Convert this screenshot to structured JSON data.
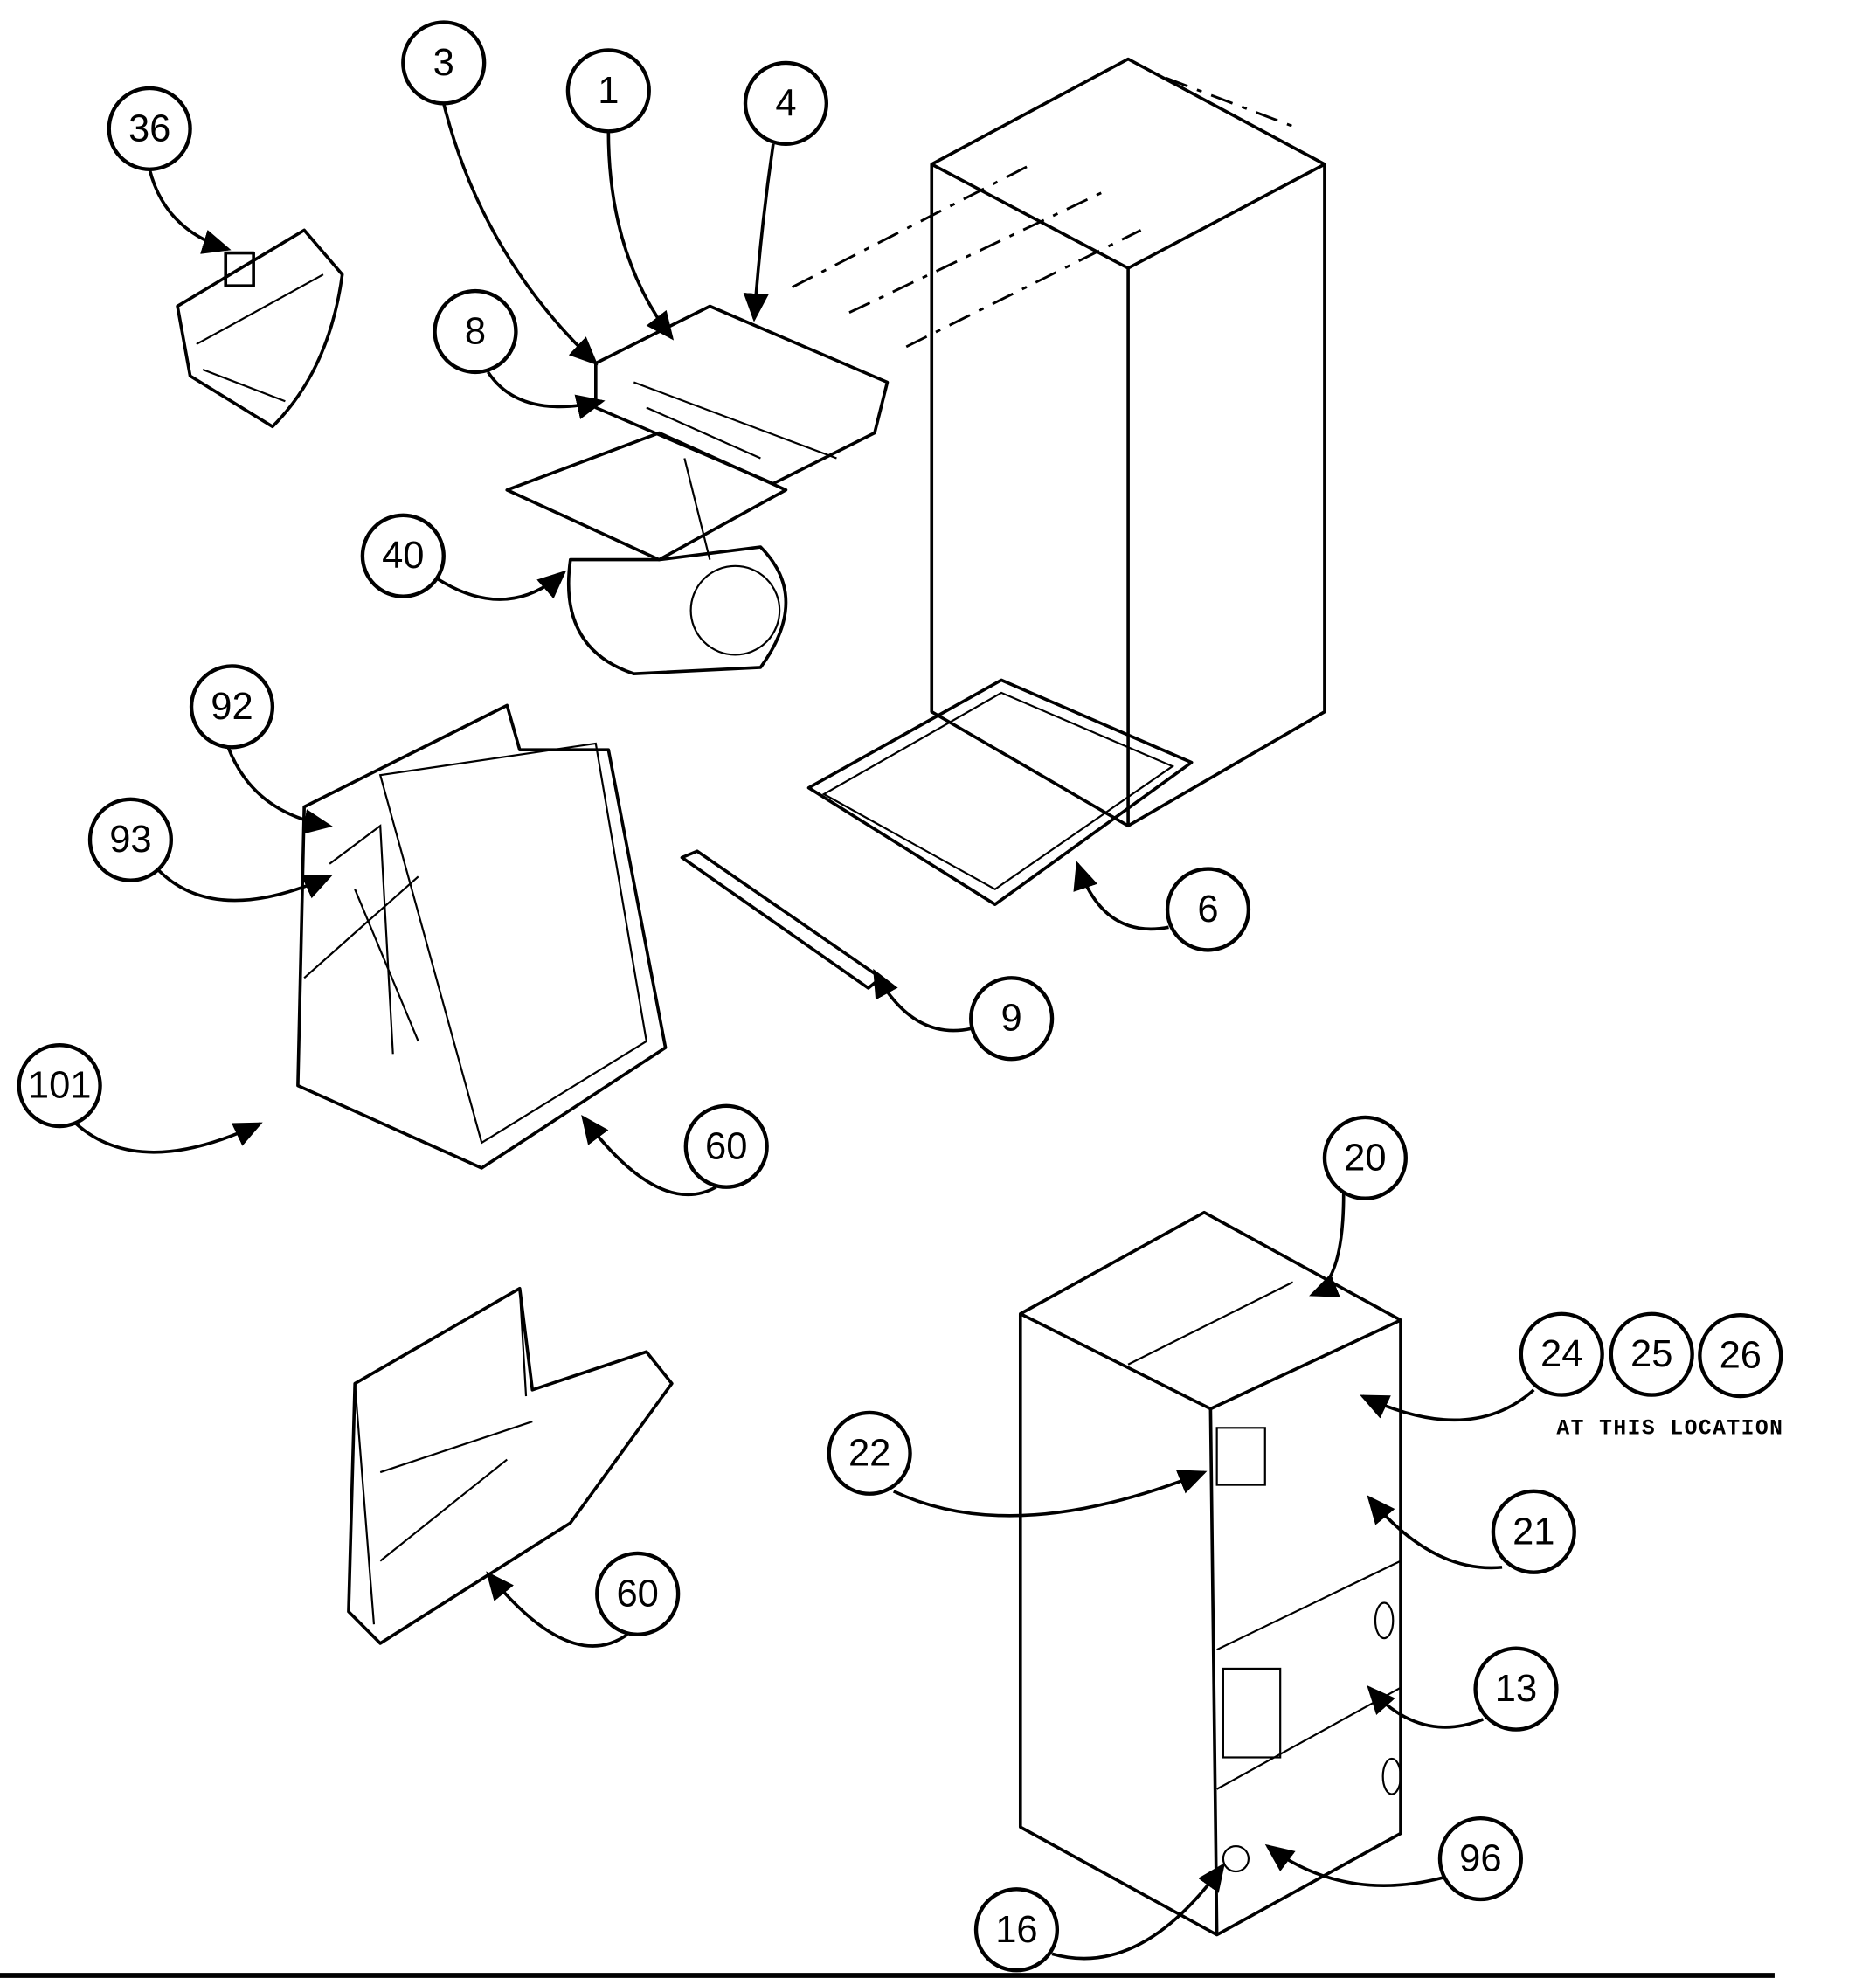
{
  "title": "Fan coil parts exploded view",
  "callouts": [
    "36",
    "3",
    "1",
    "4",
    "8",
    "40",
    "92",
    "93",
    "101",
    "60",
    "6",
    "9",
    "60",
    "20",
    "24",
    "25",
    "26",
    "22",
    "21",
    "13",
    "96",
    "16"
  ],
  "location_note": "AT THIS LOCATION"
}
